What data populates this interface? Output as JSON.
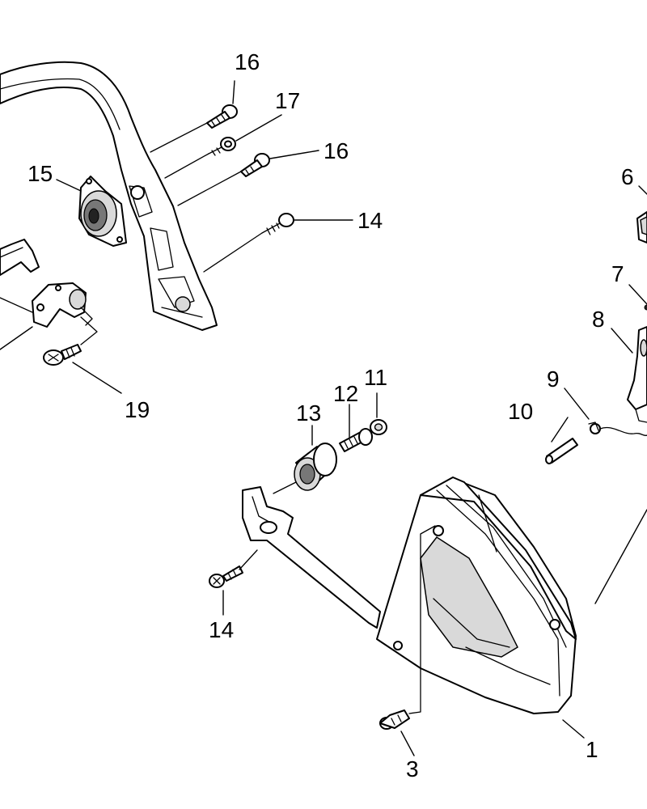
{
  "callouts": {
    "c1": "1",
    "c3": "3",
    "c6": "6",
    "c7": "7",
    "c8": "8",
    "c9": "9",
    "c10": "10",
    "c11": "11",
    "c12": "12",
    "c13": "13",
    "c14_top": "14",
    "c14_bottom": "14",
    "c15": "15",
    "c16_top": "16",
    "c16_mid": "16",
    "c17": "17",
    "c19": "19"
  }
}
